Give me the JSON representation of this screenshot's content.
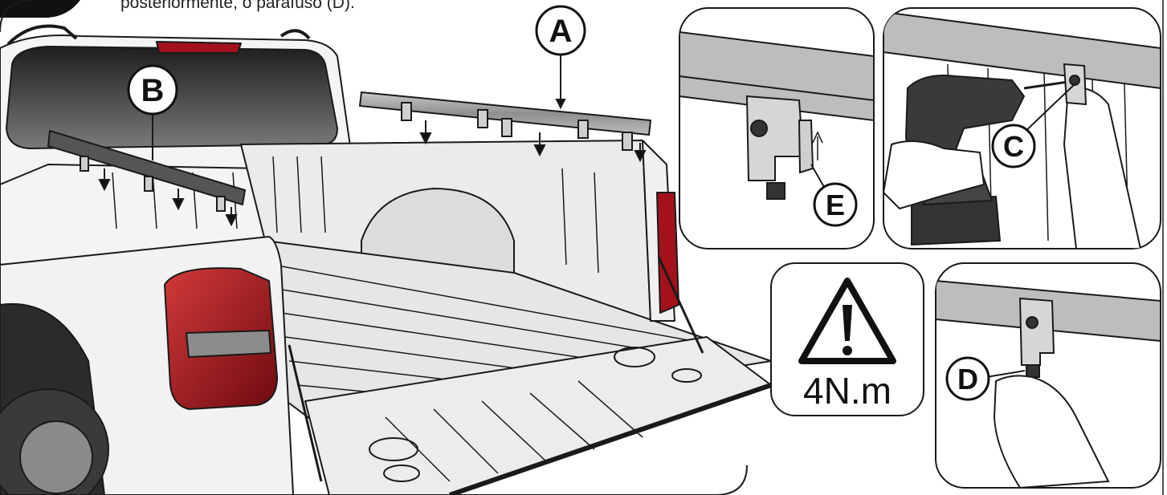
{
  "caption": "posteriormente, o parafuso (D).",
  "labels": {
    "a": "A",
    "b": "B",
    "c": "C",
    "d": "D",
    "e": "E"
  },
  "warning": {
    "icon": "warning-triangle-icon",
    "torque_value": "4N.m"
  },
  "colors": {
    "outline": "#1a1a1a",
    "body_white": "#f4f4f4",
    "bed_gray": "#e6e6e6",
    "rail_gray": "#9a9a9a",
    "taillight_red": "#a3121c",
    "glass_dark": "#2b2b2b"
  }
}
